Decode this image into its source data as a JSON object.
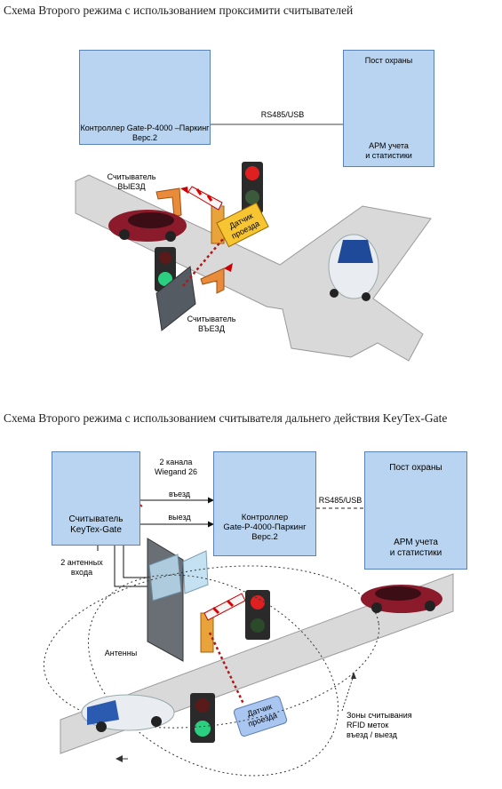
{
  "diagram1": {
    "title": "Схема Второго режима с использованием проксимити считывателей",
    "controller_label": "Контроллер Gate-P-4000 –Паркинг\nВерс.2",
    "guard_post_title": "Пост охраны",
    "workstation_label": "АРМ учета\nи статистики",
    "link_label": "RS485/USB",
    "reader_exit_label": "Считыватель\nВЫЕЗД",
    "reader_entry_label": "Считыватель\nВЪЕЗД",
    "sensor_label": "Датчик\nпроезда"
  },
  "diagram2": {
    "title": "Схема Второго режима с использованием считывателя дальнего действия KeyTex-Gate",
    "reader_label": "Считыватель\nKeyTex-Gate",
    "channels_label": "2 канала\nWiegand 26",
    "entry_label": "въезд",
    "exit_label": "выезд",
    "controller_label": "Контроллер\nGate-P-4000-Паркинг\nВерс.2",
    "link_label": "RS485/USB",
    "guard_post_title": "Пост охраны",
    "workstation_label": "АРМ учета\nи статистики",
    "antenna_inputs_label": "2 антенных\nвхода",
    "antennas_label": "Антенны",
    "sensor_label": "Датчик\nпроезда",
    "zones_label": "Зоны считывания\nRFID меток\nвъезд / выезд"
  },
  "colors": {
    "panel_fill": "#b8d4f0",
    "panel_border": "#5a83b5",
    "road": "#d8d8d8",
    "sensor_yellow": "#f6c531",
    "sensor_blue": "#a9c6f0"
  }
}
